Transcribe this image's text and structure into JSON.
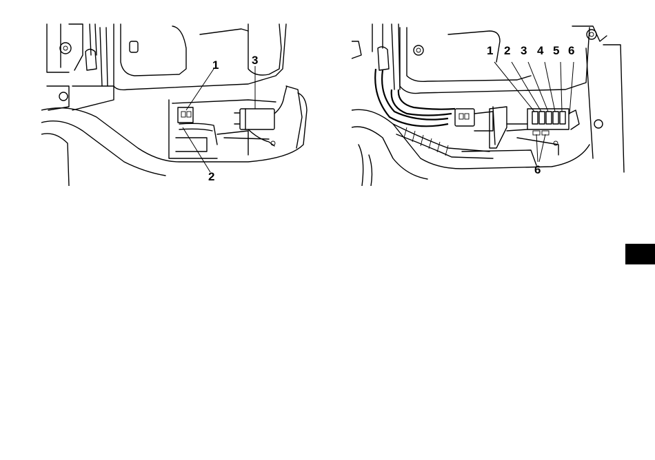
{
  "left_figure": {
    "callouts": [
      {
        "id": "1",
        "text": "1"
      },
      {
        "id": "2",
        "text": "2"
      },
      {
        "id": "3",
        "text": "3"
      }
    ]
  },
  "right_figure": {
    "callouts": [
      {
        "id": "1",
        "text": "1"
      },
      {
        "id": "2",
        "text": "2"
      },
      {
        "id": "3",
        "text": "3"
      },
      {
        "id": "4",
        "text": "4"
      },
      {
        "id": "5",
        "text": "5"
      },
      {
        "id": "6-top",
        "text": "6"
      },
      {
        "id": "6-bottom",
        "text": "6"
      }
    ]
  },
  "section_tab_color": "#000000"
}
